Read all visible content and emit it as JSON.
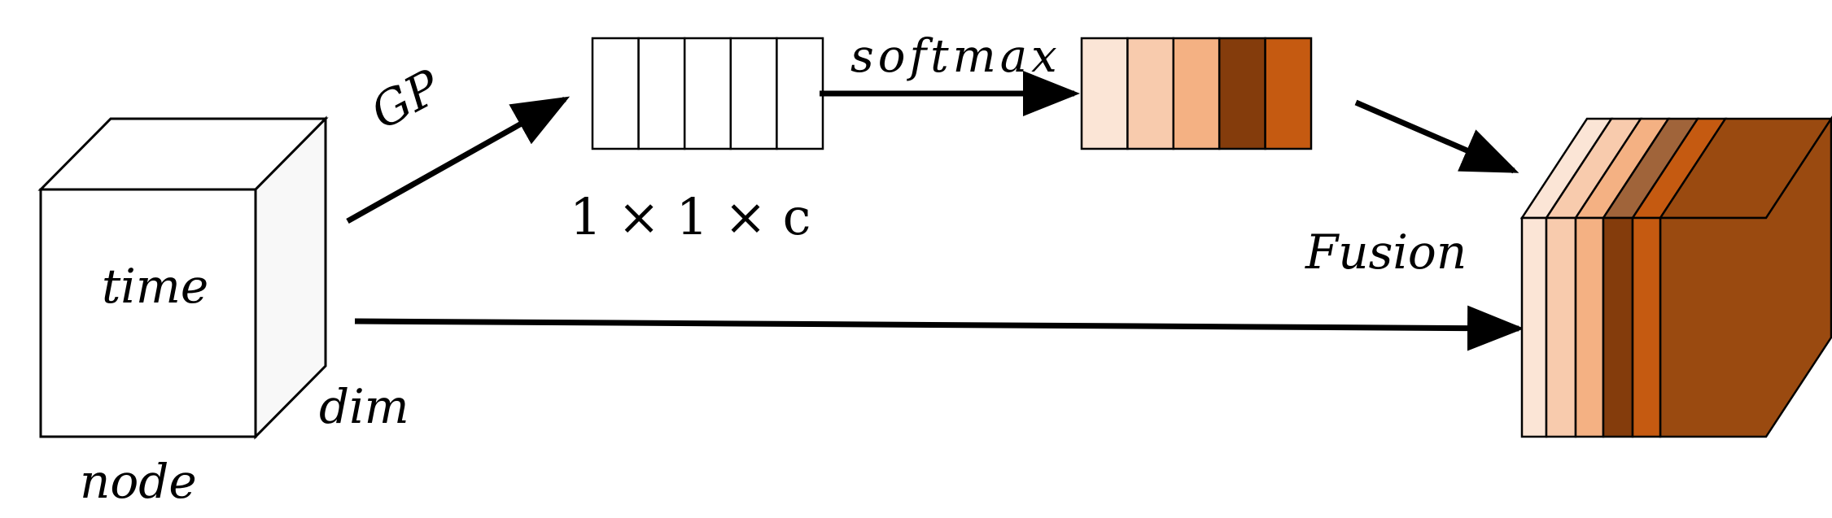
{
  "labels": {
    "gp": "GP",
    "softmax": "softmax",
    "shape": "1 × 1 × c",
    "fusion": "Fusion",
    "time": "time",
    "dim": "dim",
    "node": "node"
  },
  "colors": {
    "stroke": "#000000",
    "empty_cell": "#ffffff",
    "cube_side": "#f8f8f8",
    "weights": [
      "#fbe5d6",
      "#f8cbad",
      "#f4b183",
      "#843c0c",
      "#c55a11"
    ],
    "fused_side": "#9a4a10",
    "fused_top": [
      "#fbe5d6",
      "#f8cbad",
      "#f4b183",
      "#a0643a",
      "#c55a11",
      "#9a4a10"
    ]
  },
  "diagram": {
    "empty_vector_cells": 5,
    "weight_vector_cells": 5,
    "fused_slices": 5
  }
}
